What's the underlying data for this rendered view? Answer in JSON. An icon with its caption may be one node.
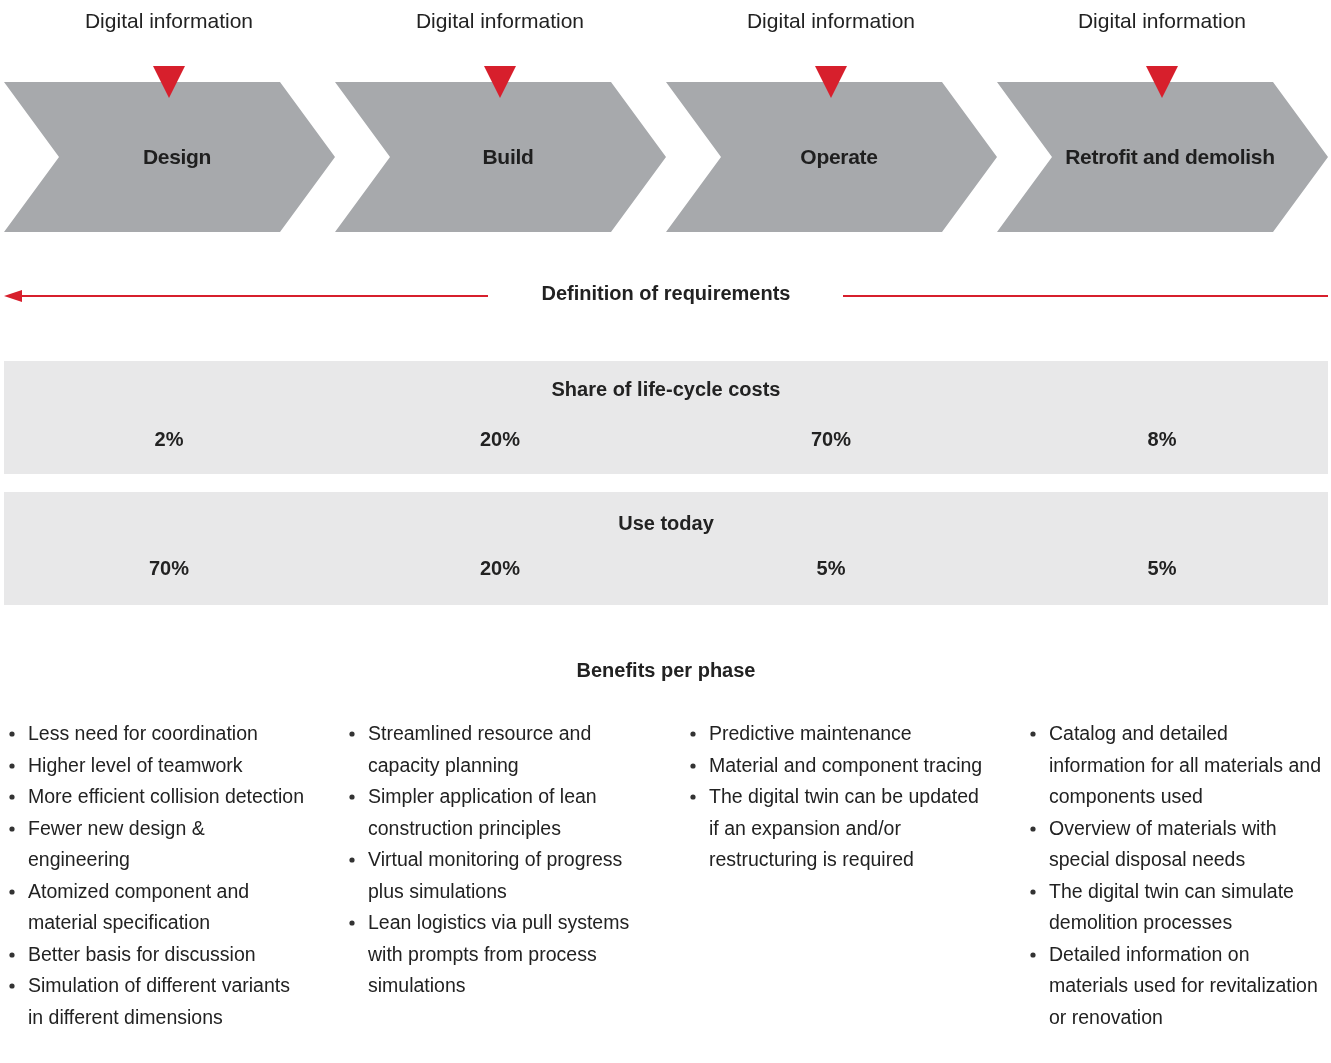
{
  "diagram": {
    "nodes": [
      {
        "text": [
          "Digital information"
        ]
      },
      {
        "text": [
          "Digital information"
        ]
      },
      {
        "text": [
          "Digital information"
        ]
      },
      {
        "text": [
          "Digital information"
        ]
      },
      {
        "text": [
          "Design"
        ]
      },
      {
        "text": [
          "Build"
        ]
      },
      {
        "text": [
          "Operate"
        ]
      },
      {
        "text": [
          "Retrofit and demolish"
        ]
      },
      {
        "text": [
          "Share of life-cycle costs",
          "2%",
          "20%",
          "70%",
          "8%"
        ]
      },
      {
        "text": [
          "Use today",
          "70%",
          "20%",
          "5%",
          "5%"
        ]
      }
    ],
    "edges": [
      {
        "from": 0,
        "to": 4,
        "arrow": "to",
        "color": "#d71f2c"
      },
      {
        "from": 1,
        "to": 5,
        "arrow": "to",
        "color": "#d71f2c"
      },
      {
        "from": 2,
        "to": 6,
        "arrow": "to",
        "color": "#d71f2c"
      },
      {
        "from": 3,
        "to": 7,
        "arrow": "to",
        "color": "#d71f2c"
      }
    ],
    "labels": [
      "Definition of requirements",
      "Benefits per phase",
      "Less need for coordination",
      "Higher level of teamwork",
      "More efficient collision detection",
      "Fewer new design & engineering",
      "Atomized component and material specification",
      "Better basis for discussion",
      "Simulation of different variants in different dimensions",
      "Streamlined resource and capacity planning",
      "Simpler application of lean construction principles",
      "Virtual monitoring of progress plus simulations",
      "Lean logistics via pull systems with prompts from process simulations",
      "Predictive maintenance",
      "Material and component tracing",
      "The digital twin can be updated if an expansion and/or restructuring is required",
      "Catalog and detailed information for all materials and components used",
      "Overview of materials with special disposal needs",
      "The digital twin can simulate demolition processes",
      "Detailed information on materials used for revitalization or renovation"
    ]
  }
}
